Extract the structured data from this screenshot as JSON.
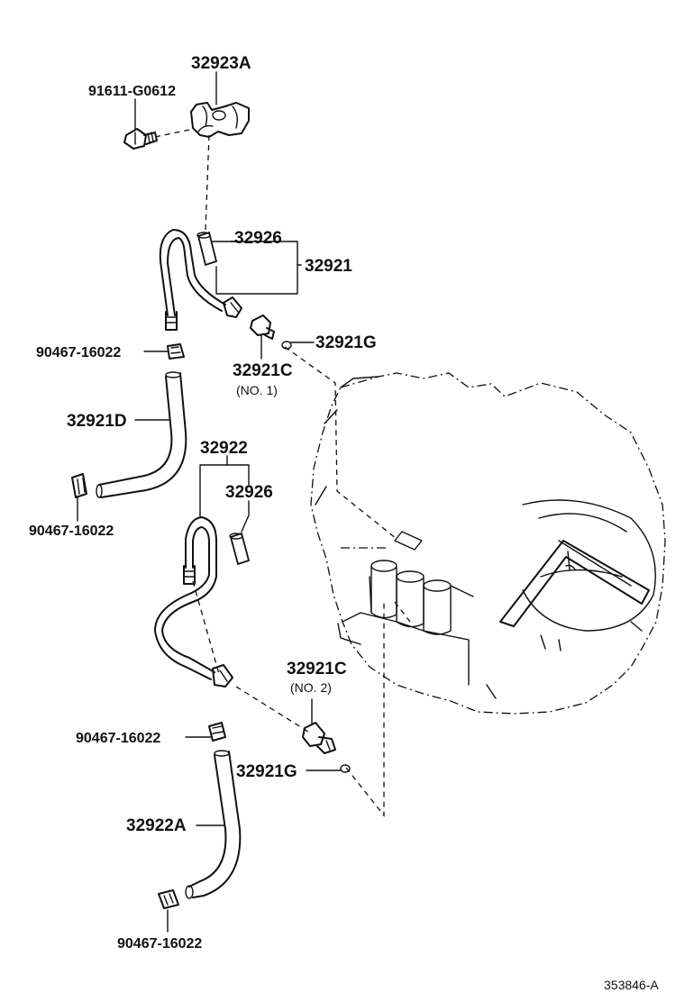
{
  "diagram_id": "353846-A",
  "parts": {
    "bracket": "32923A",
    "bolt": "91611-G0612",
    "hose_sleeve_upper": "32926",
    "cooler_tube_1": "32921",
    "union_1": "32921C",
    "union_1_note": "(NO. 1)",
    "gasket_1": "32921G",
    "clip_1": "90467-16022",
    "hose_1": "32921D",
    "clip_2": "90467-16022",
    "cooler_tube_2": "32922",
    "hose_sleeve_lower": "32926",
    "union_2": "32921C",
    "union_2_note": "(NO. 2)",
    "clip_3": "90467-16022",
    "gasket_2": "32921G",
    "hose_2": "32922A",
    "clip_4": "90467-16022"
  }
}
